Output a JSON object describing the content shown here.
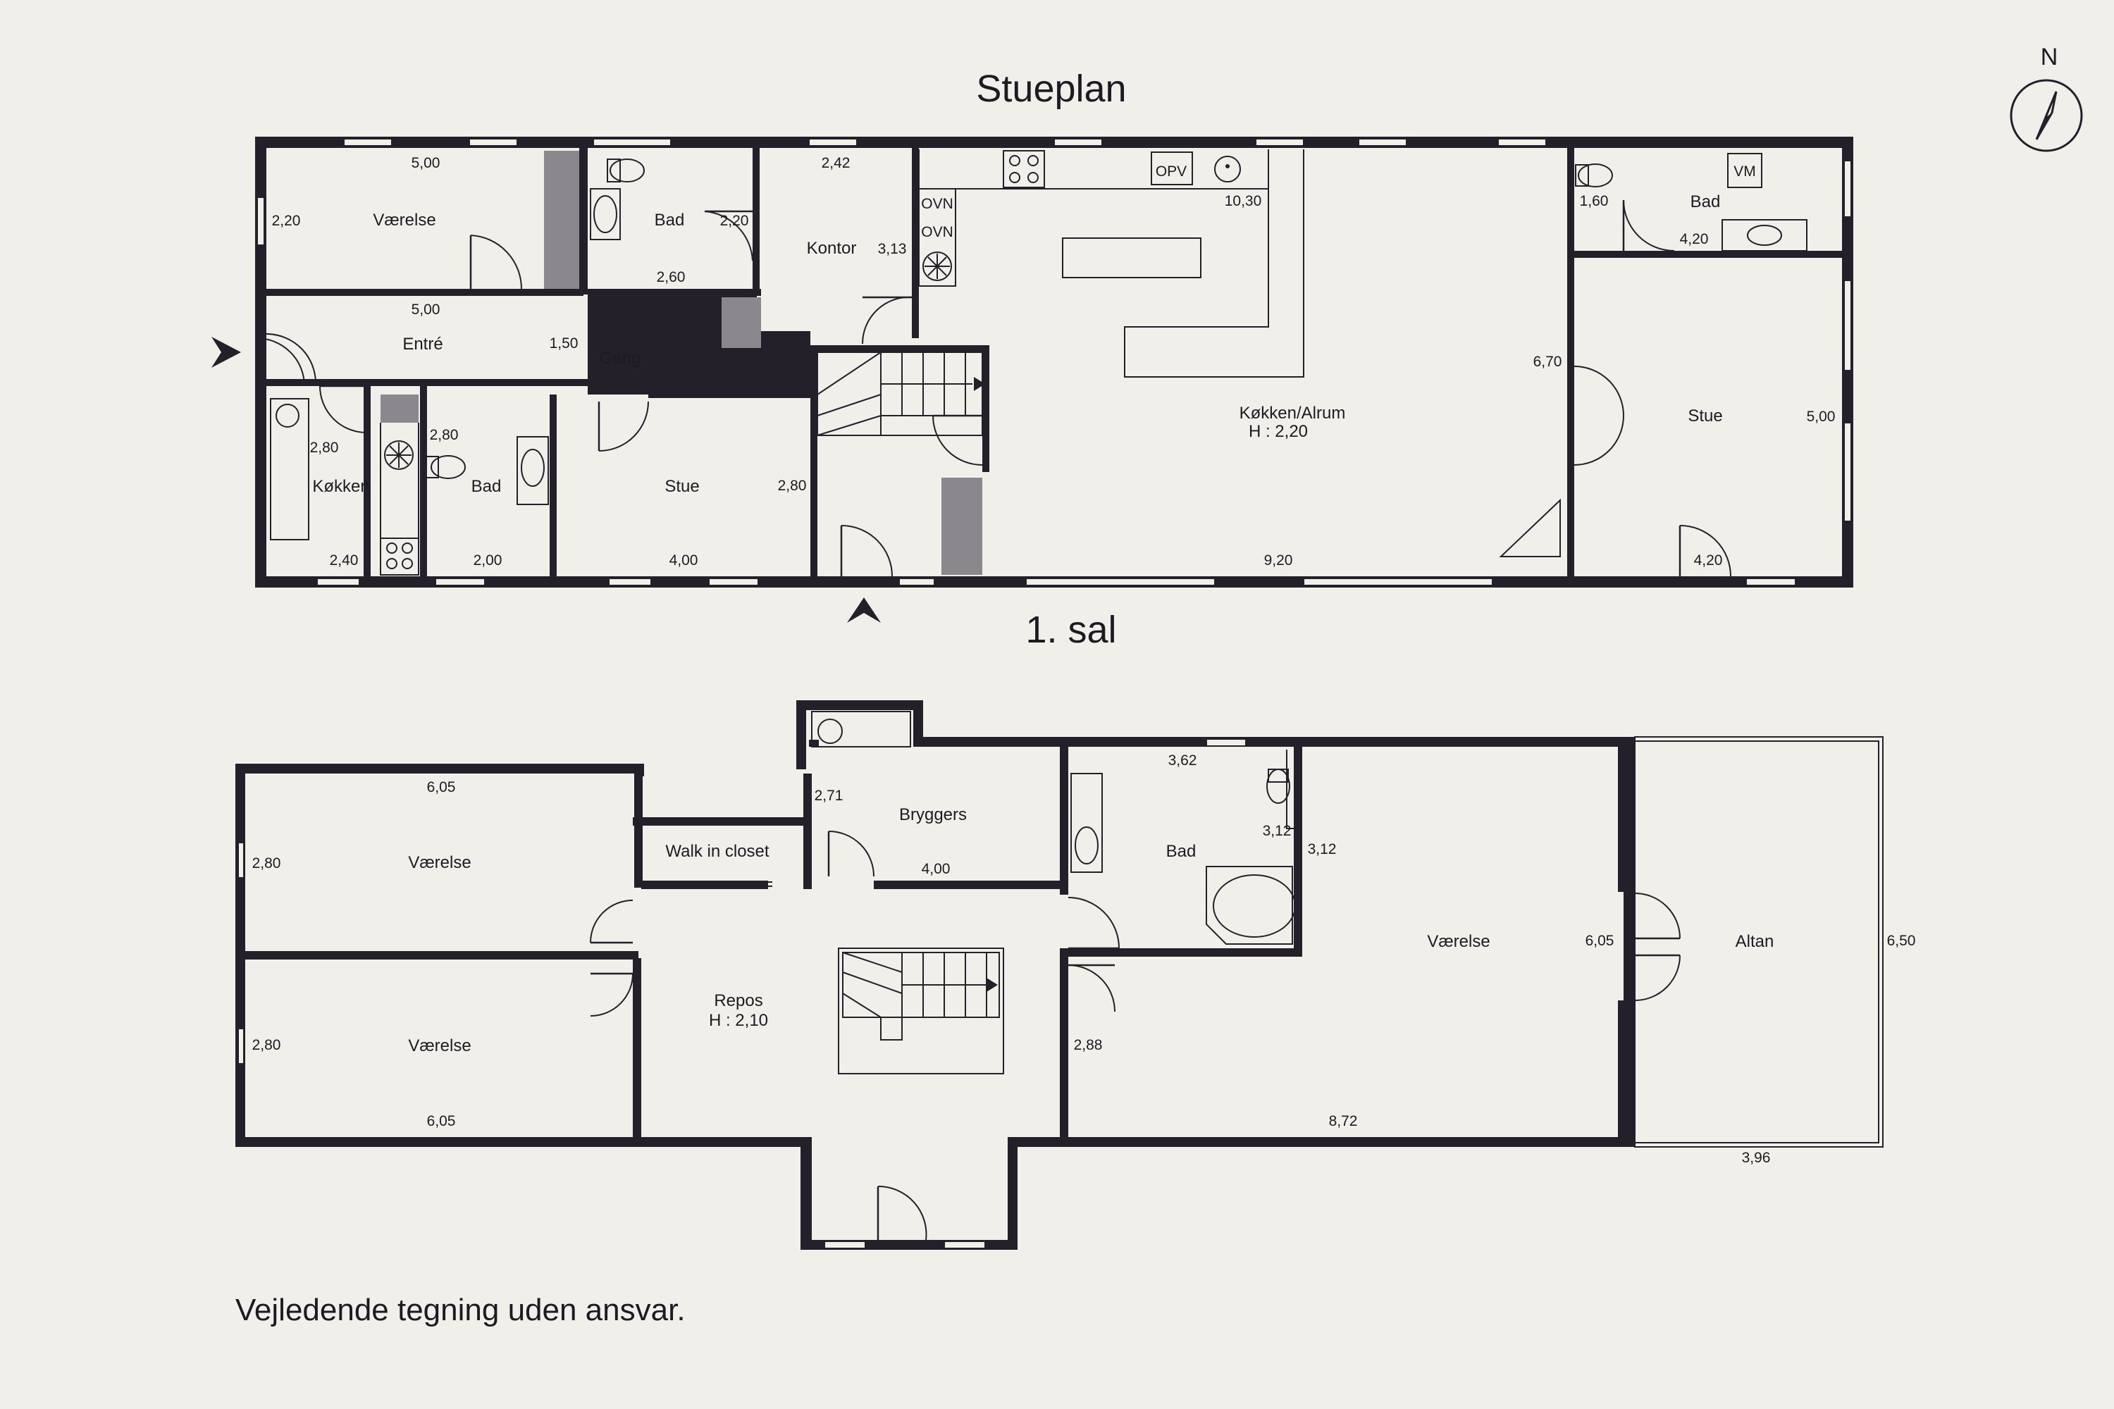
{
  "titles": {
    "ground_floor": "Stueplan",
    "first_floor": "1. sal",
    "disclaimer": "Vejledende tegning uden ansvar.",
    "north": "N"
  },
  "ground_rooms": {
    "vaerelse": "Værelse",
    "bad_top": "Bad",
    "kontor": "Kontor",
    "koekken_alrum": "Køkken/Alrum",
    "koekken_alrum_h": "H : 2,20",
    "bad_right": "Bad",
    "entre": "Entré",
    "gang": "Gang",
    "koekken": "Køkken",
    "bad_bottom": "Bad",
    "stue_mid": "Stue",
    "stue_right": "Stue"
  },
  "ground_dims": {
    "vaerelse_w": "5,00",
    "vaerelse_h": "2,20",
    "entre_w": "5,00",
    "entre_h": "1,50",
    "bad_top_h": "2,20",
    "bad_top_w": "2,60",
    "kontor_w": "2,42",
    "kontor_h": "3,13",
    "alrum_top": "10,30",
    "alrum_side": "6,70",
    "alrum_bottom": "9,20",
    "bad_right_h": "1,60",
    "bad_right_w": "4,20",
    "stue_right_h": "5,00",
    "stue_right_w": "4,20",
    "koekken_h": "2,80",
    "koekken_w": "2,40",
    "bad_bottom_h": "2,80",
    "bad_bottom_w": "2,00",
    "stue_mid_h": "2,80",
    "stue_mid_w": "4,00"
  },
  "appliances": {
    "opv": "OPV",
    "ovn1": "OVN",
    "ovn2": "OVN",
    "vm": "VM"
  },
  "first_rooms": {
    "vaerelse_1": "Værelse",
    "vaerelse_2": "Værelse",
    "walk_in": "Walk in closet",
    "bryggers": "Bryggers",
    "repos": "Repos",
    "repos_h": "H : 2,10",
    "bad": "Bad",
    "vaerelse_big": "Værelse",
    "altan": "Altan"
  },
  "first_dims": {
    "v1_w": "6,05",
    "v1_h": "2,80",
    "v2_h": "2,80",
    "v2_w": "6,05",
    "bryggers_h": "2,71",
    "bryggers_w": "4,00",
    "bad_w": "3,62",
    "bad_h": "3,12",
    "vbig_h": "3,12",
    "repos_side": "2,88",
    "vbig_w": "8,72",
    "vbig_side": "6,05",
    "altan_h": "6,50",
    "altan_w": "3,96"
  }
}
